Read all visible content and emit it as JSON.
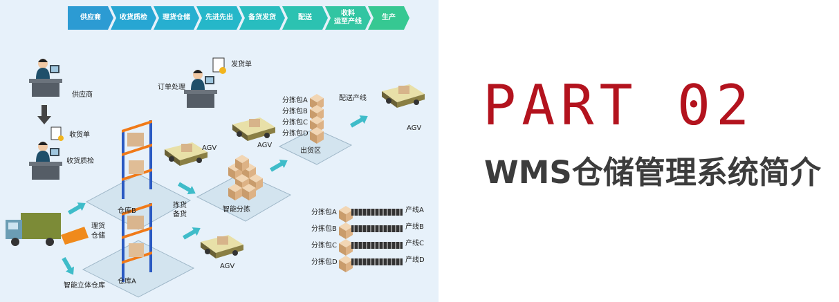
{
  "process_steps": [
    "供应商",
    "收货质检",
    "理货仓储",
    "先进先出",
    "备货发货",
    "配送",
    "收料\n运至产线",
    "生产"
  ],
  "step_colors": [
    "#2c9bd3",
    "#27a6d3",
    "#27afd0",
    "#25b7c9",
    "#28bdbf",
    "#2cc2b1",
    "#32c5a2",
    "#36c892"
  ],
  "labels": {
    "supplier": "供应商",
    "receipt": "收货单",
    "inspection": "收货质检",
    "arrange_store_line1": "理货",
    "arrange_store_line2": "仓储",
    "smart_warehouse": "智能立体仓库",
    "warehouse_a": "仓库A",
    "warehouse_b": "仓库B",
    "pick_line1": "拣货",
    "pick_line2": "备货",
    "order_processing": "订单处理",
    "delivery_note": "发货单",
    "agv_1": "AGV",
    "agv_2": "AGV",
    "agv_3": "AGV",
    "agv_4": "AGV",
    "smart_sorting": "智能分拣",
    "outbound_area": "出货区",
    "delivery_line": "配送产线"
  },
  "sort_stack": [
    "分拣包A",
    "分拣包B",
    "分拣包C",
    "分拣包D"
  ],
  "conveyor_rows": [
    {
      "package": "分拣包A",
      "line": "产线A"
    },
    {
      "package": "分拣包B",
      "line": "产线B"
    },
    {
      "package": "分拣包C",
      "line": "产线C"
    },
    {
      "package": "分拣包D",
      "line": "产线D"
    }
  ],
  "heading": {
    "part": "PART 02",
    "title": "WMS仓储管理系统简介"
  },
  "colors": {
    "part_red": "#b3131e",
    "title_gray": "#3c3c3c",
    "diagram_bg": "#e7f1fa",
    "arrow_teal": "#3fbcc9"
  }
}
